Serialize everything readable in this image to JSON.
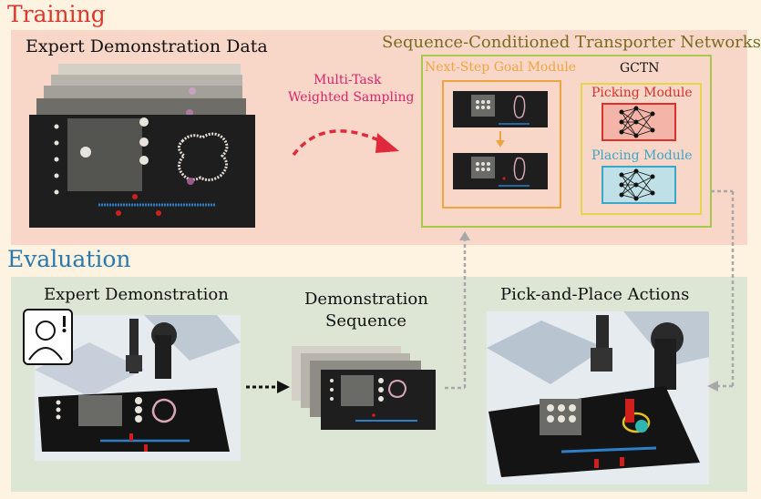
{
  "training": {
    "title": "Training",
    "title_color": "#e0352b",
    "panel_color": "#f8d7c8",
    "expert_data_label": "Expert Demonstration Data",
    "sampling_label_line1": "Multi-Task",
    "sampling_label_line2": "Weighted Sampling",
    "sampling_color": "#d8246e",
    "network_title": "Sequence-Conditioned Transporter Networks",
    "network_title_color": "#7a6a1f",
    "network_border_color": "#a6c94b",
    "goal_module_label": "Next-Step Goal Module",
    "goal_module_color": "#f0a441",
    "gctn_label": "GCTN",
    "gctn_border_color": "#e5d54a",
    "picking_label": "Picking Module",
    "picking_color": "#d9312b",
    "picking_fill": "#f4b4a8",
    "placing_label": "Placing Module",
    "placing_color": "#3aa6c8",
    "placing_fill": "#bfe0e6"
  },
  "evaluation": {
    "title": "Evaluation",
    "title_color": "#2a78ad",
    "panel_color": "#dde6d5",
    "expert_label": "Expert Demonstration",
    "sequence_label_line1": "Demonstration",
    "sequence_label_line2": "Sequence",
    "actions_label": "Pick-and-Place Actions",
    "expert_icon": "user-alert-icon"
  }
}
